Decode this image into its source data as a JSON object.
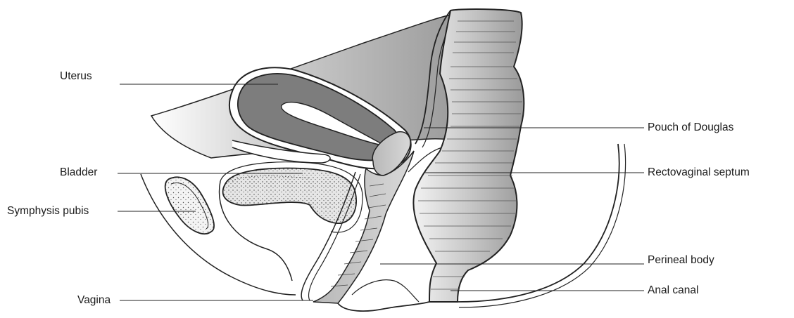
{
  "figure": {
    "labels": {
      "uterus": "Uterus",
      "bladder": "Bladder",
      "symphysis_pubis": "Symphysis pubis",
      "vagina": "Vagina",
      "pouch_of_douglas": "Pouch of Douglas",
      "rectovaginal_septum": "Rectovaginal septum",
      "perineal_body": "Perineal body",
      "anal_canal": "Anal canal"
    }
  }
}
